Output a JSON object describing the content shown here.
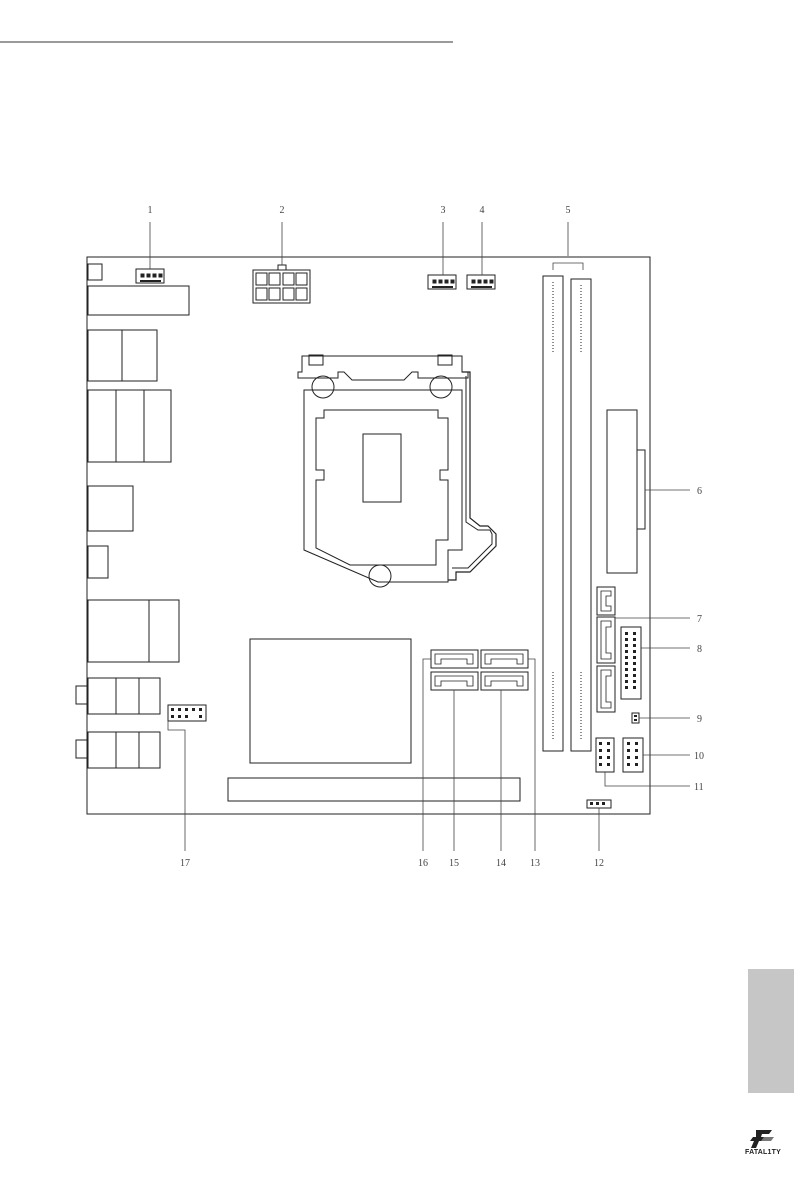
{
  "callouts": {
    "top": [
      "1",
      "2",
      "3",
      "4",
      "5"
    ],
    "right": [
      "6",
      "7",
      "8",
      "9",
      "10",
      "11"
    ],
    "bottom": [
      "17",
      "16",
      "15",
      "14",
      "13",
      "12"
    ]
  },
  "side_tab_text": "",
  "logo": {
    "text": "FATAL1TY",
    "icon": "fatal1ty-logo-icon"
  }
}
